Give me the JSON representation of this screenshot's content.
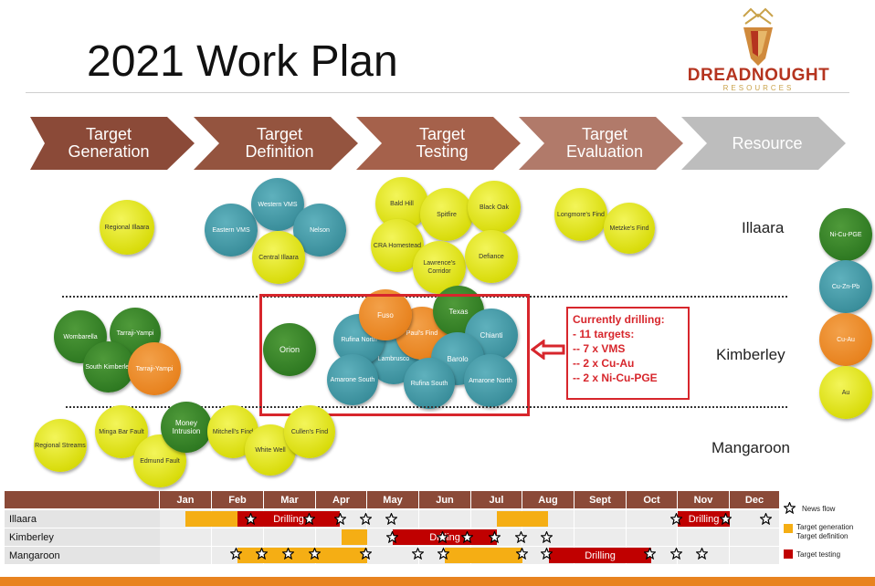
{
  "title": "2021 Work Plan",
  "logo": {
    "name": "DREADNOUGHT",
    "sub": "RESOURCES"
  },
  "stages": [
    {
      "line1": "Target",
      "line2": "Generation",
      "color": "#8b4a38"
    },
    {
      "line1": "Target",
      "line2": "Definition",
      "color": "#94543f"
    },
    {
      "line1": "Target",
      "line2": "Testing",
      "color": "#a5614b"
    },
    {
      "line1": "Target",
      "line2": "Evaluation",
      "color": "#b17a6a"
    },
    {
      "line1": "Resource",
      "line2": "",
      "color": "#bdbdbd"
    }
  ],
  "regions": {
    "illaara": "Illaara",
    "kimberley": "Kimberley",
    "mangaroon": "Mangaroon"
  },
  "illaara": {
    "regional": "Regional Illaara",
    "eastern_vms": "Eastern VMS",
    "western_vms": "Western VMS",
    "nelson": "Nelson",
    "central": "Central Illaara",
    "bald_hill": "Bald Hill",
    "spitfire": "Spitfire",
    "black_oak": "Black Oak",
    "cra": "CRA Homestead",
    "lawrence": "Lawrence's Corridor",
    "defiance": "Defiance",
    "longmore": "Longmore's Find",
    "metzke": "Metzke's Find"
  },
  "kimberley": {
    "wombarella": "Wombarella",
    "tarraji_green": "Tarraji-Yampi",
    "south_kimberley": "South Kimberley",
    "tarraji_orange": "Tarraji-Yampi",
    "orion": "Orion",
    "fuso": "Fuso",
    "texas": "Texas",
    "rufina_north": "Rufina North",
    "pauls_find": "Paul's Find",
    "chianti": "Chianti",
    "barolo": "Barolo",
    "lambrusco": "Lambrusco",
    "amarone_south": "Amarone South",
    "rufina_south": "Rufina South",
    "amarone_north": "Amarone North"
  },
  "mangaroon": {
    "regional_streams": "Regional Streams",
    "minga_bar": "Minga Bar Fault",
    "money": "Money Intrusion",
    "edmund": "Edmund Fault",
    "mitchells": "Mitchell's Find",
    "white_well": "White Well",
    "cullens": "Cullen's Find"
  },
  "commodities": [
    "Ni-Cu-PGE",
    "Cu-Zn-Pb",
    "Cu-Au",
    "Au"
  ],
  "callout": [
    "Currently drilling:",
    "- 11 targets:",
    "-- 7 x VMS",
    "-- 2 x Cu-Au",
    "-- 2 x Ni-Cu-PGE"
  ],
  "timeline": {
    "months": [
      "Jan",
      "Feb",
      "Mar",
      "Apr",
      "May",
      "Jun",
      "Jul",
      "Aug",
      "Sept",
      "Oct",
      "Nov",
      "Dec"
    ],
    "rows": [
      "Illaara",
      "Kimberley",
      "Mangaroon"
    ],
    "drilling_label": "Drilling"
  },
  "legend": {
    "news": "News flow",
    "gen": "Target generation",
    "def": "Target definition",
    "test": "Target testing"
  },
  "colors": {
    "gen_def": "#f5ae14",
    "testing": "#c00000",
    "header": "#8b4a38",
    "highlight": "#d7262c"
  }
}
